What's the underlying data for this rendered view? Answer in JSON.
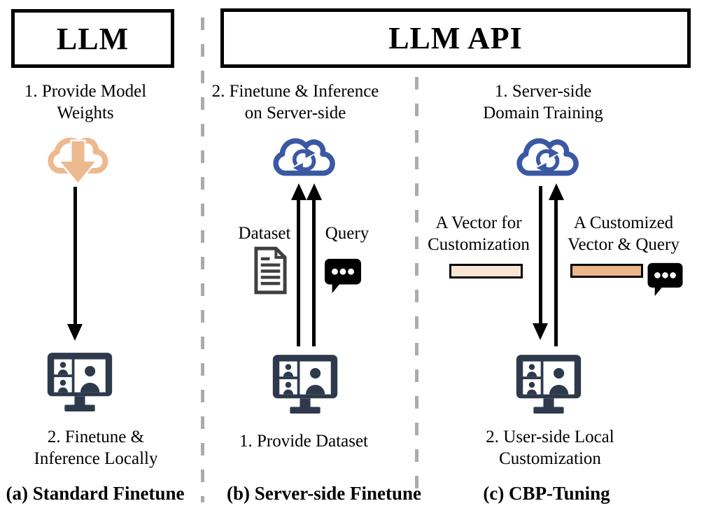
{
  "headers": {
    "llm": "LLM",
    "llm_api": "LLM API"
  },
  "panel_a": {
    "step1": "1. Provide Model\nWeights",
    "step2": "2. Finetune &\nInference Locally",
    "caption": "(a) Standard Finetune"
  },
  "panel_b": {
    "step2": "2. Finetune & Inference\non Server-side",
    "dataset_label": "Dataset",
    "query_label": "Query",
    "step1": "1. Provide Dataset",
    "caption": "(b) Server-side Finetune"
  },
  "panel_c": {
    "step1": "1. Server-side\nDomain Training",
    "vector_down_label": "A Vector for\nCustomization",
    "vector_up_label": "A Customized\nVector & Query",
    "step2": "2. User-side Local\nCustomization",
    "caption": "(c) CBP-Tuning"
  },
  "icons": {
    "panel_a": [
      "cloud-download-icon",
      "down-arrow",
      "video-call-monitor-icon"
    ],
    "panel_b": [
      "cloud-sync-icon",
      "up-arrow",
      "up-arrow",
      "document-icon",
      "chat-bubble-icon",
      "video-call-monitor-icon"
    ],
    "panel_c": [
      "cloud-sync-icon",
      "down-arrow",
      "up-arrow",
      "vector-bar-light",
      "vector-bar-dark",
      "chat-bubble-icon",
      "video-call-monitor-icon"
    ]
  },
  "colors": {
    "cloud-tan": "#EDB98E",
    "cloud-blue": "#3A58A3",
    "icon-dark": "#2E3A4C",
    "doc-gray": "#404040",
    "vector-light": "#F8E5D4",
    "vector-dark": "#EBB78A",
    "divider-gray": "#ABABAB"
  }
}
